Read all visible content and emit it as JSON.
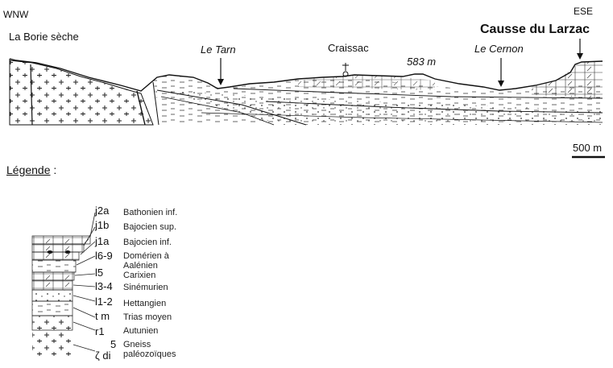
{
  "header": {
    "left_direction": "WNW",
    "right_direction": "ESE"
  },
  "section": {
    "places": {
      "borie": "La Borie sèche",
      "craissac": "Craissac",
      "causse": "Causse du Larzac",
      "altitude": "583 m"
    },
    "rivers": {
      "tarn": "Le Tarn",
      "cernon": "Le Cernon"
    },
    "scale_label": "500 m"
  },
  "legend": {
    "title": "Légende",
    "title_suffix": " :",
    "items": [
      {
        "code": "j2a",
        "label": "Bathonien inf."
      },
      {
        "code": "j1b",
        "label": "Bajocien sup."
      },
      {
        "code": "j1a",
        "label": "Bajocien inf."
      },
      {
        "code": "l6-9",
        "label": "Domérien à",
        "label2": "Aalénien"
      },
      {
        "code": "l5",
        "label": "Carixien"
      },
      {
        "code": "l3-4",
        "label": "Sinémurien"
      },
      {
        "code": "l1-2",
        "label": "Hettangien"
      },
      {
        "code": "t m",
        "label": "Trias moyen"
      },
      {
        "code": "r1",
        "label": "Autunien"
      },
      {
        "code": "5",
        "label": "Gneiss"
      },
      {
        "code": "ζ di",
        "label": "paléozoïques"
      }
    ]
  }
}
